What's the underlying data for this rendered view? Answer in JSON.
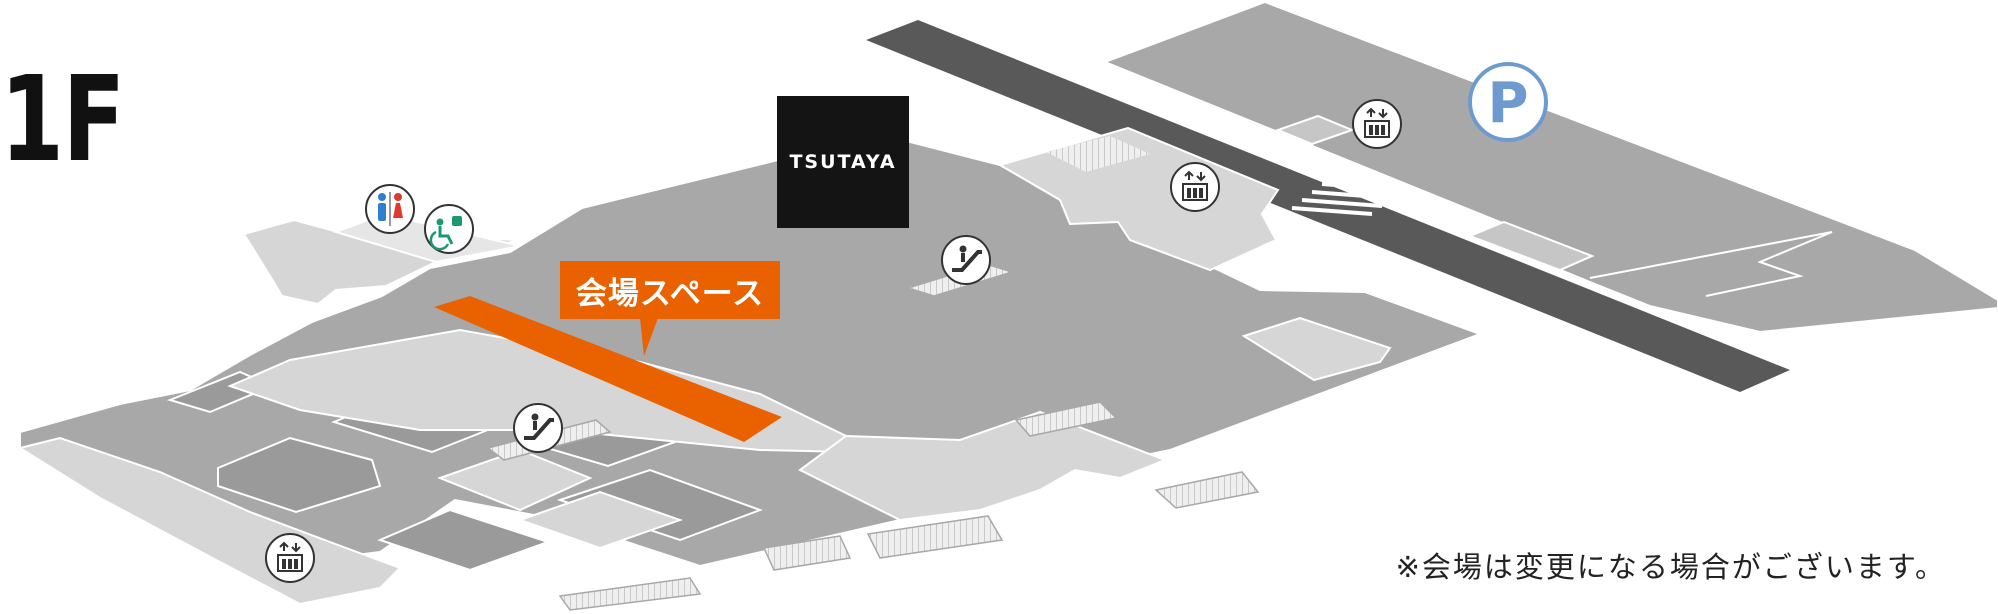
{
  "floor": {
    "label": "1F"
  },
  "store": {
    "name": "TSUTAYA"
  },
  "venue": {
    "label": "会場スペース"
  },
  "notice": {
    "text": "※会場は変更になる場合がございます。"
  },
  "parking": {
    "symbol": "P"
  },
  "icons": {
    "restroom": "restroom-icon",
    "accessible": "accessible-restroom-icon",
    "escalator": "escalator-icon",
    "elevator": "elevator-icon",
    "parking": "parking-icon"
  },
  "colors": {
    "building": "#a8a8a8",
    "corridor": "#d6d6d6",
    "road": "#595959",
    "venue": "#ea6100",
    "parking": "#6e9bcf",
    "accessible": "#1a9a6c",
    "restroom_male": "#2f7fd0",
    "restroom_female": "#e03a2e"
  }
}
